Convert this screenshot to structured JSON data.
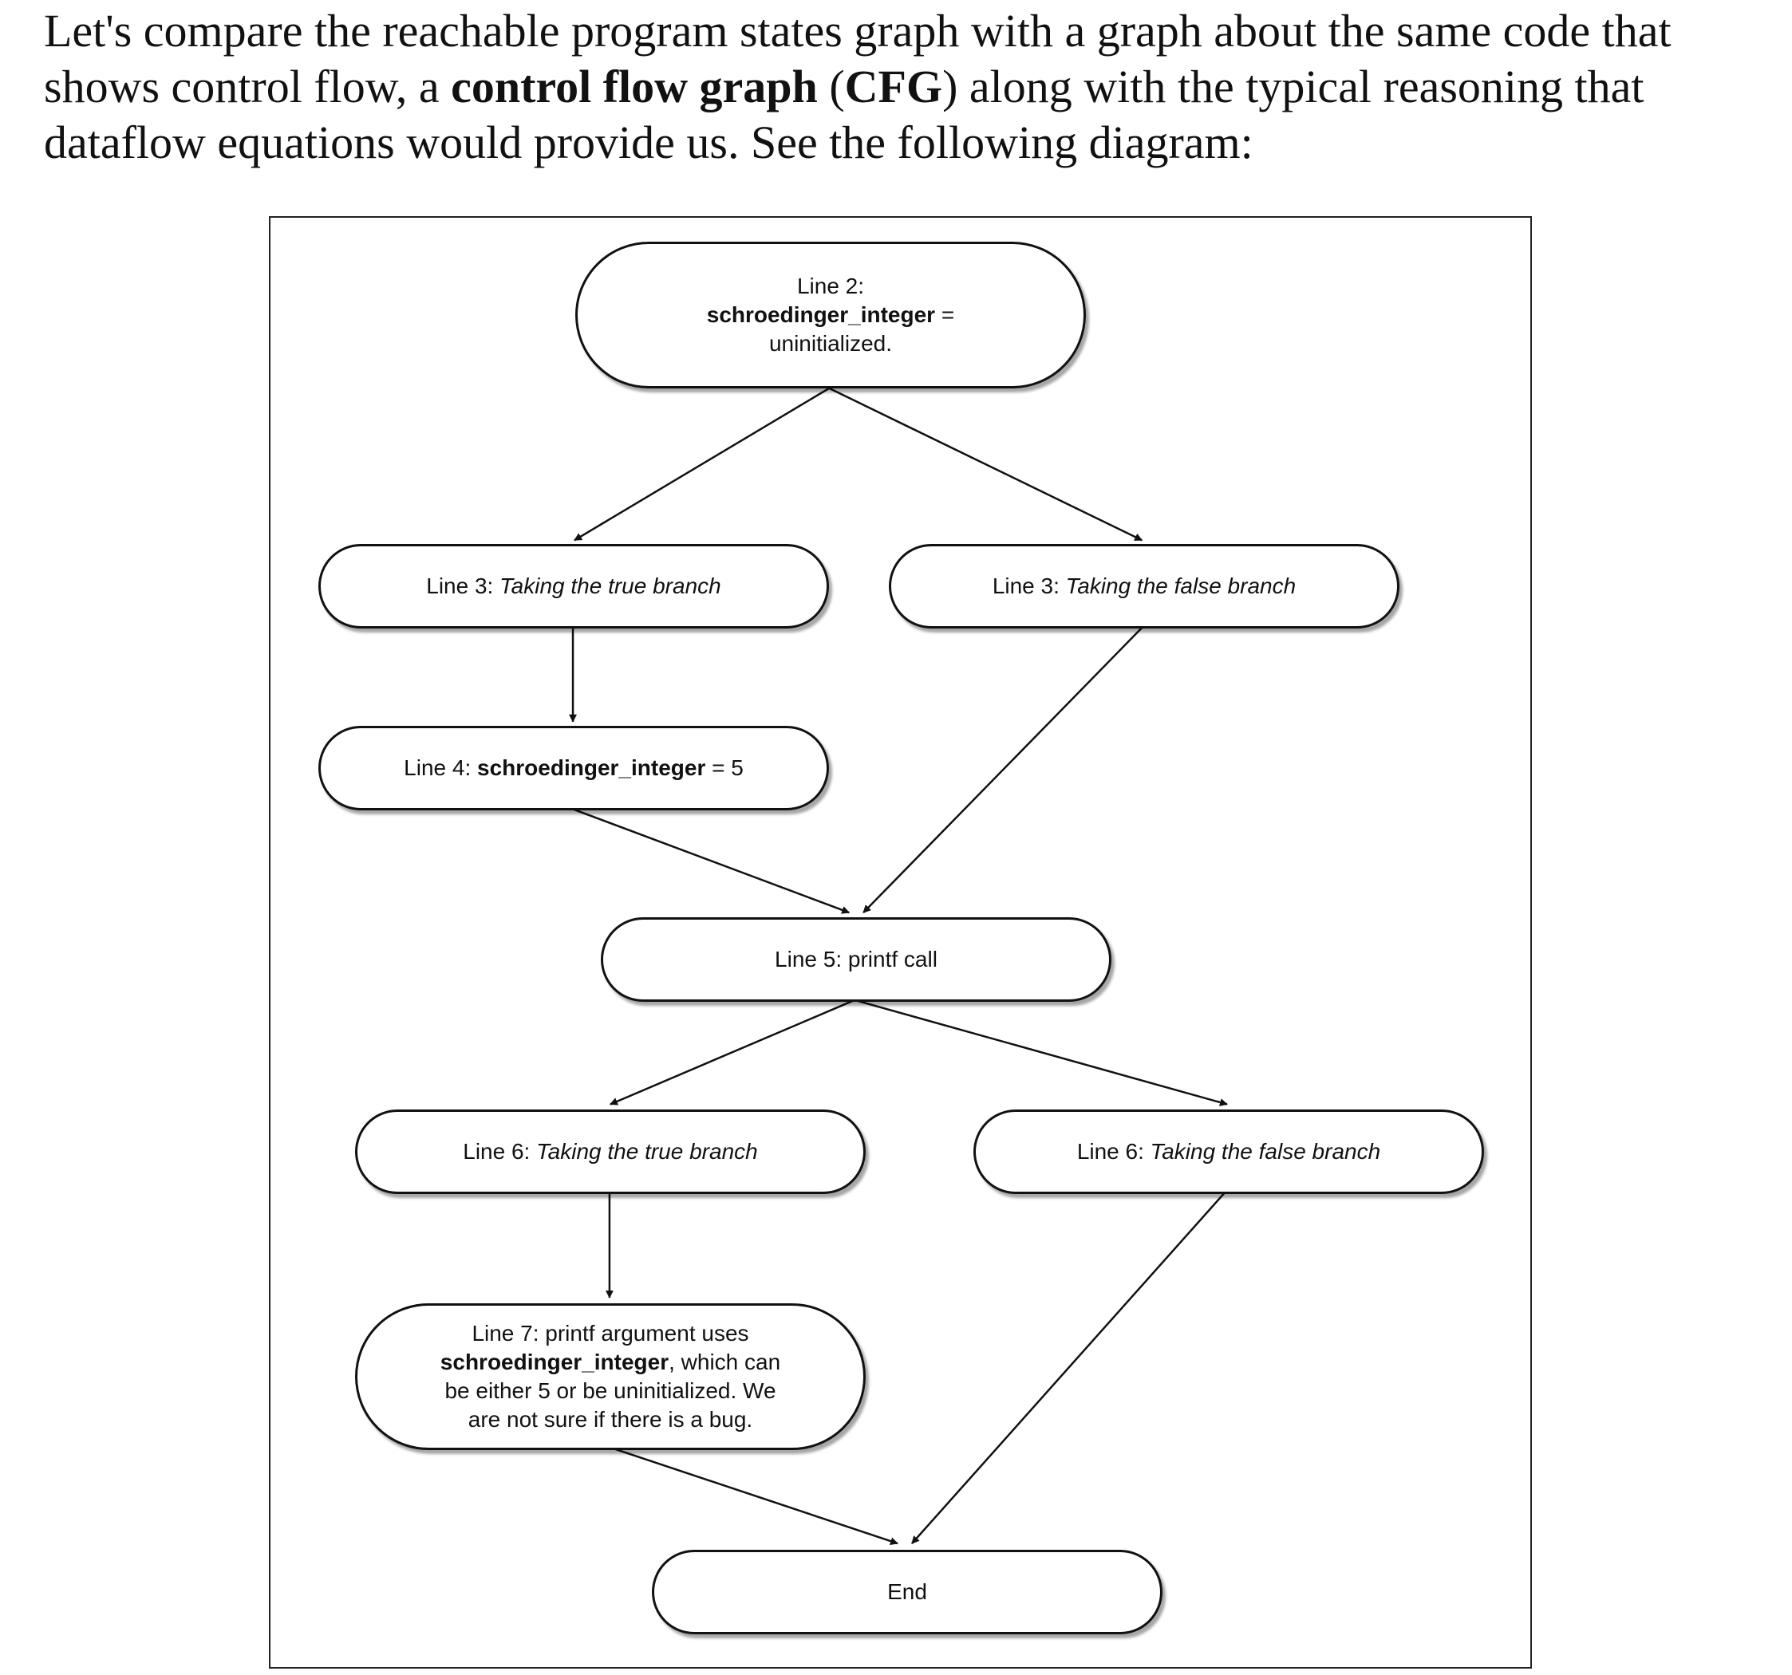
{
  "intro": {
    "part1": "Let's compare the reachable program states graph with a graph about the same code that shows control flow, a ",
    "bold1": "control flow graph",
    "part2": " (",
    "bold2": "CFG",
    "part3": ") along with the typical reasoning that dataflow equations would provide us. See the following diagram:"
  },
  "diagram": {
    "nodes": {
      "line2": {
        "prefix": "Line 2:",
        "var": "schroedinger_integer",
        "suffix": " =",
        "rest": "uninitialized."
      },
      "line3_true": {
        "prefix": "Line 3: ",
        "italic": "Taking the true branch"
      },
      "line3_false": {
        "prefix": "Line 3: ",
        "italic": "Taking the false branch"
      },
      "line4": {
        "prefix": "Line 4: ",
        "var": "schroedinger_integer",
        "suffix": " = 5"
      },
      "line5": {
        "label": "Line 5: printf call"
      },
      "line6_true": {
        "prefix": "Line 6: ",
        "italic": "Taking the true branch"
      },
      "line6_false": {
        "prefix": "Line 6: ",
        "italic": "Taking the false branch"
      },
      "line7": {
        "prefix": "Line 7: printf argument uses",
        "var": "schroedinger_integer",
        "suffix": ", which can",
        "rest1": "be either 5 or be uninitialized. We",
        "rest2": "are not sure if there is a bug."
      },
      "end": {
        "label": "End"
      }
    },
    "edges": [
      {
        "from": "line2",
        "to": "line3_true"
      },
      {
        "from": "line2",
        "to": "line3_false"
      },
      {
        "from": "line3_true",
        "to": "line4"
      },
      {
        "from": "line3_false",
        "to": "line5"
      },
      {
        "from": "line4",
        "to": "line5"
      },
      {
        "from": "line5",
        "to": "line6_true"
      },
      {
        "from": "line5",
        "to": "line6_false"
      },
      {
        "from": "line6_true",
        "to": "line7"
      },
      {
        "from": "line6_false",
        "to": "end"
      },
      {
        "from": "line7",
        "to": "end"
      }
    ]
  }
}
